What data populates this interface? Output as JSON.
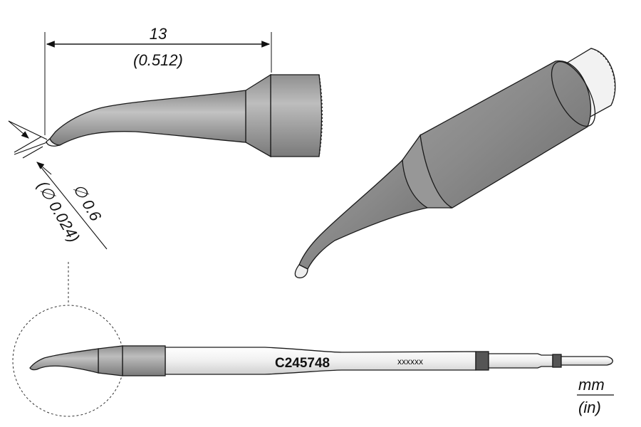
{
  "dimensions": {
    "length_mm": "13",
    "length_in": "(0.512)",
    "tip_diameter_mm": "∅ 0.6",
    "tip_diameter_in": "(∅ 0.024)"
  },
  "part_code": "C245748",
  "marking": "xxxxxx",
  "units": {
    "primary": "mm",
    "secondary": "(in)"
  },
  "colors": {
    "metal_dark": "#8a8a8a",
    "metal_mid": "#b5b5b5",
    "metal_light": "#e8e8e8",
    "outline": "#1a1a1a"
  }
}
